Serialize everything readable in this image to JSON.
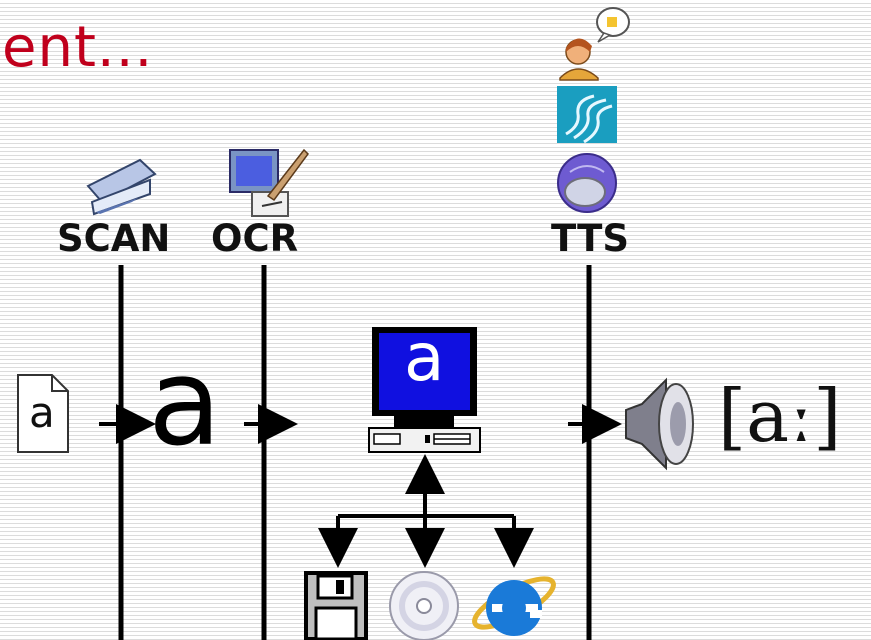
{
  "heading": "ent...",
  "steps": {
    "scan": "SCAN",
    "ocr": "OCR",
    "tts": "TTS"
  },
  "source_glyph": "a",
  "recognized_glyph": "a",
  "screen_glyph": "a",
  "phonetic": "[aː]",
  "icons": {
    "scan": "scanner-icon",
    "ocr": "ocr-pen-tablet-icon",
    "tts_top": "speaking-person-icon",
    "tts_middle": "speech-wave-icon",
    "tts_bottom": "speech-engine-globe-icon",
    "speaker": "speaker-icon",
    "computer": "computer-icon",
    "document": "document-icon",
    "floppy": "floppy-disk-icon",
    "cd": "cd-disc-icon",
    "browser": "internet-explorer-icon"
  },
  "colors": {
    "heading": "#c0001c",
    "screen": "#1010e0",
    "lines": "#000000"
  }
}
